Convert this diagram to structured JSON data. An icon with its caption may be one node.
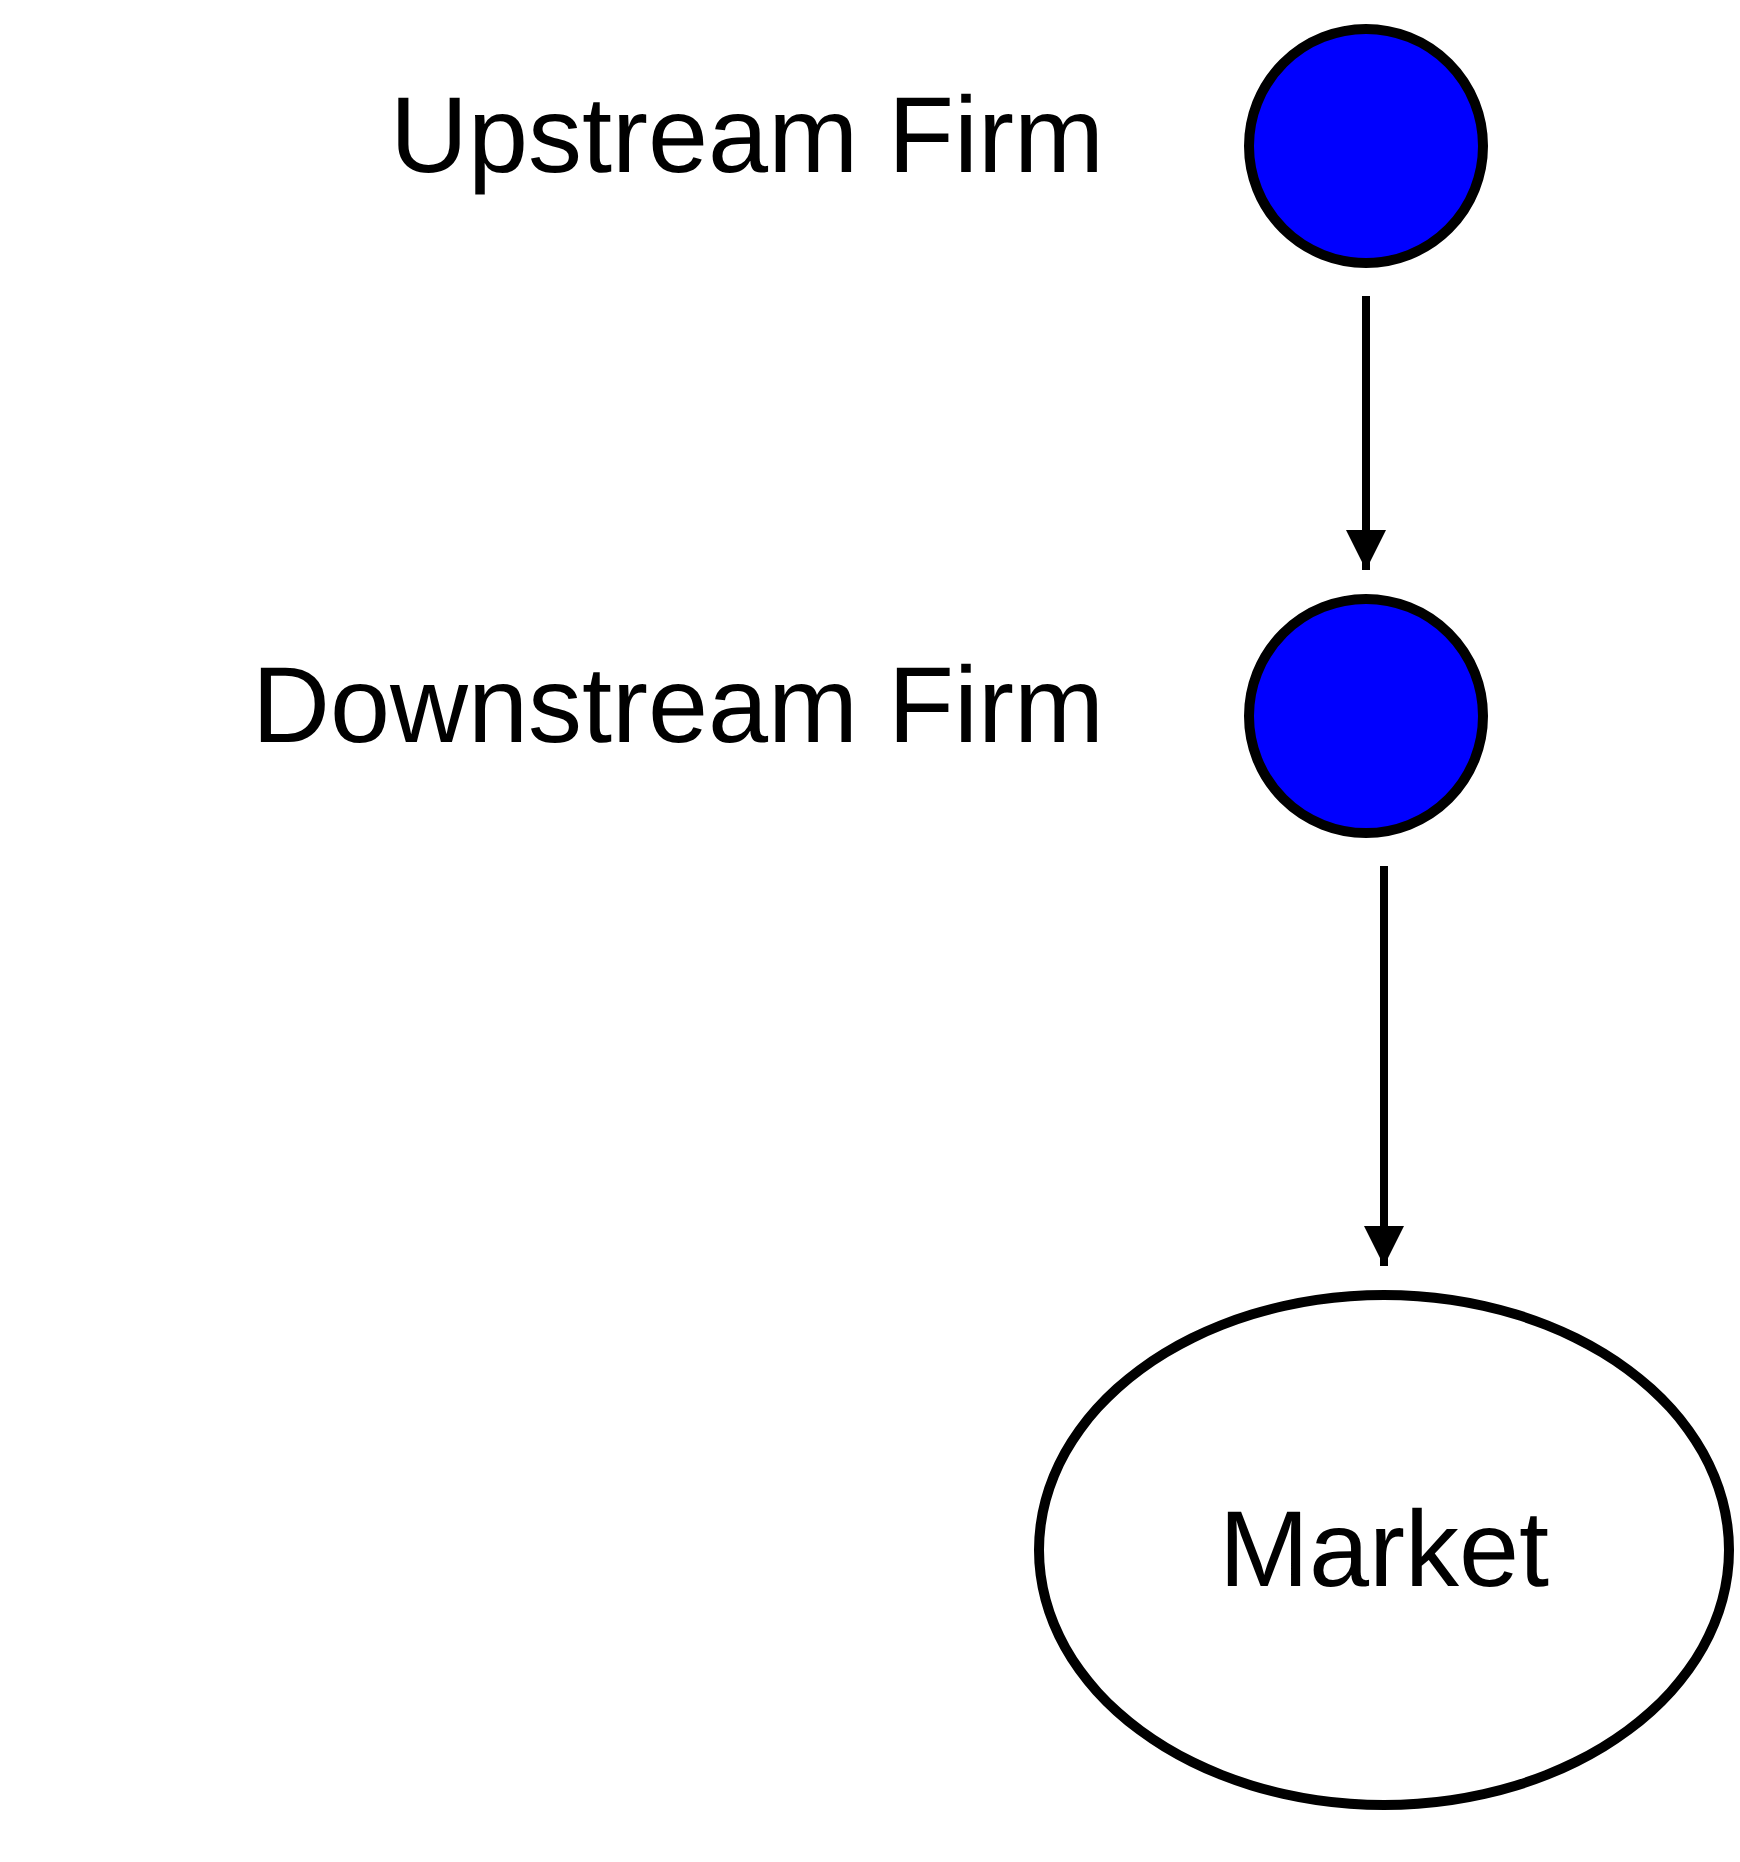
{
  "diagram": {
    "nodes": [
      {
        "text": [],
        "shape": "circle",
        "beside": [
          "Upstream Firm"
        ]
      },
      {
        "text": [],
        "shape": "circle",
        "beside": [
          "Downstream Firm"
        ]
      },
      {
        "text": [
          "Market"
        ]
      }
    ],
    "edges": [
      {
        "from": 0,
        "to": 1,
        "arrow": "to"
      },
      {
        "from": 1,
        "to": 2,
        "arrow": "to"
      }
    ]
  }
}
